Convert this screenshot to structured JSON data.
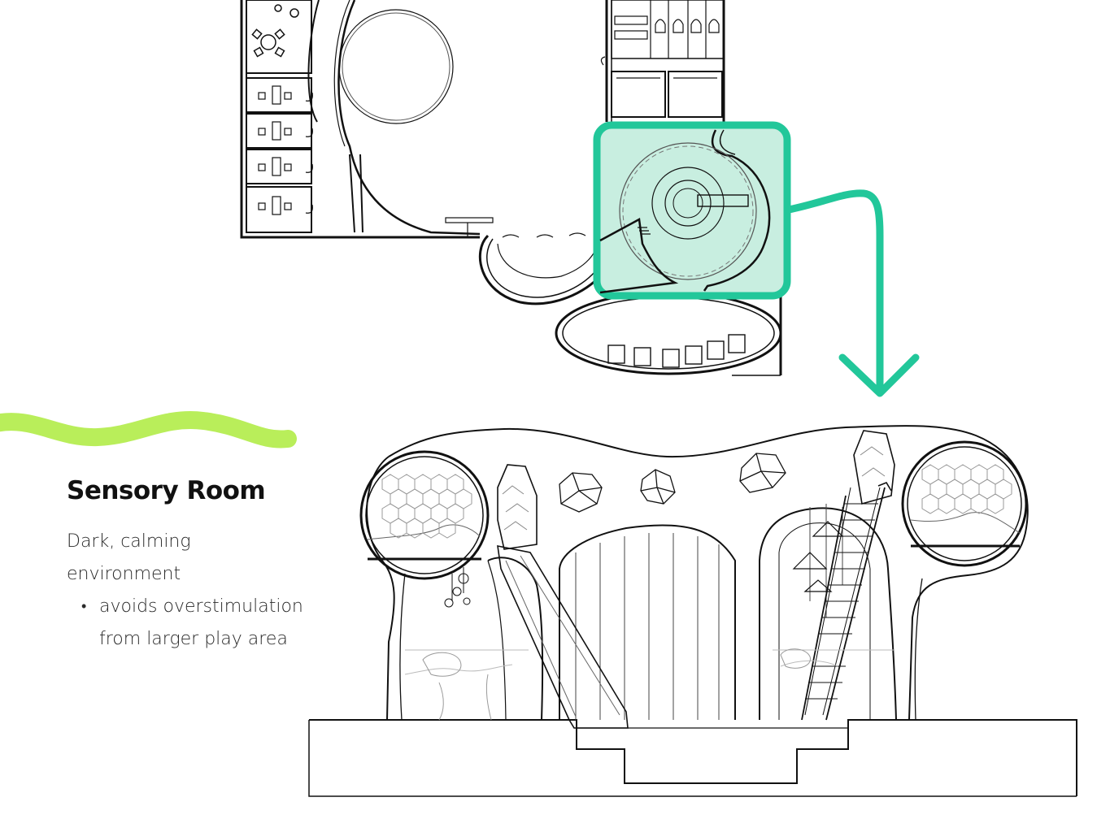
{
  "title": "Sensory Room",
  "description": "Dark, calming environment",
  "bullets": [
    "avoids overstimulation from larger play area"
  ],
  "colors": {
    "accent_teal": "#22c79a",
    "highlight_fill": "#c8eee0",
    "squiggle_green": "#b9ee5a",
    "line": "#111111"
  },
  "icons": [
    "arrow-down-icon"
  ]
}
